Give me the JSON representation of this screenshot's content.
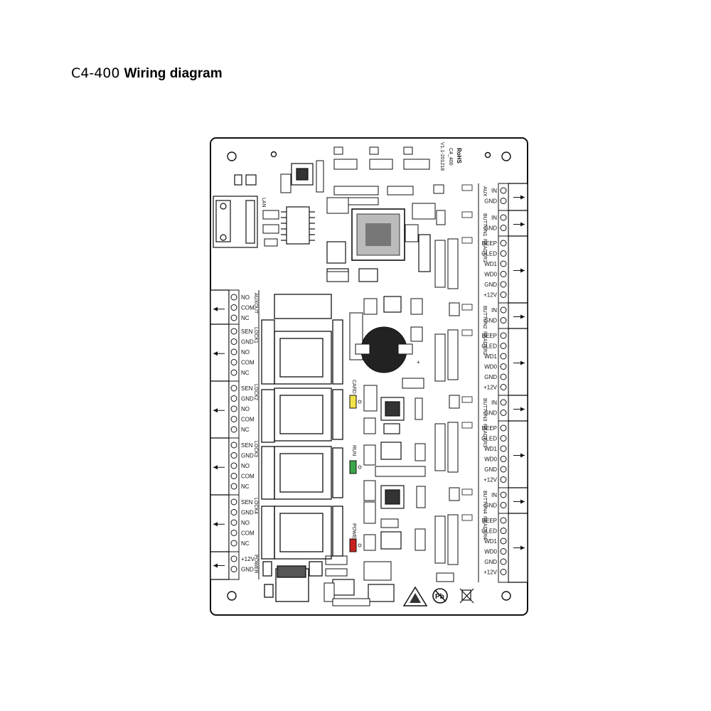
{
  "title": {
    "model": "C4-400",
    "text": "Wiring diagram"
  },
  "board": {
    "brand": "RoHS",
    "name": "C4_400",
    "version": "V1.1-201218",
    "lan": "LAN",
    "led_labels": [
      "CARD",
      "RUN",
      "POWER"
    ],
    "led_colors": [
      "#f2e34b",
      "#3aa64a",
      "#c8221f"
    ],
    "left_groups": [
      {
        "name": "AUXOUT",
        "pins": [
          "NO",
          "COM",
          "NC"
        ]
      },
      {
        "name": "LOCK1",
        "pins": [
          "SEN",
          "GND",
          "NO",
          "COM",
          "NC"
        ]
      },
      {
        "name": "LOCK2",
        "pins": [
          "SEN",
          "GND",
          "NO",
          "COM",
          "NC"
        ]
      },
      {
        "name": "LOCK3",
        "pins": [
          "SEN",
          "GND",
          "NO",
          "COM",
          "NC"
        ]
      },
      {
        "name": "LOCK4",
        "pins": [
          "SEN",
          "GND",
          "NO",
          "COM",
          "NC"
        ]
      },
      {
        "name": "POWER",
        "pins": [
          "+12V",
          "GND"
        ]
      }
    ],
    "right_groups": [
      {
        "name": "AUX",
        "pins": [
          "IN",
          "GND"
        ]
      },
      {
        "name": "BUTTON1",
        "pins": [
          "IN",
          "GND"
        ]
      },
      {
        "name": "READER1",
        "pins": [
          "BEEP",
          "GLED",
          "WD1",
          "WD0",
          "GND",
          "+12V"
        ]
      },
      {
        "name": "BUTTON2",
        "pins": [
          "IN",
          "GND"
        ]
      },
      {
        "name": "READER2",
        "pins": [
          "BEEP",
          "GLED",
          "WD1",
          "WD0",
          "GND",
          "+12V"
        ]
      },
      {
        "name": "BUTTON3",
        "pins": [
          "IN",
          "GND"
        ]
      },
      {
        "name": "READER3",
        "pins": [
          "BEEP",
          "GLED",
          "WD1",
          "WD0",
          "GND",
          "+12V"
        ]
      },
      {
        "name": "BUTTON4",
        "pins": [
          "IN",
          "GND"
        ]
      },
      {
        "name": "READER4",
        "pins": [
          "BEEP",
          "GLED",
          "WD1",
          "WD0",
          "GND",
          "+12V"
        ]
      }
    ]
  }
}
